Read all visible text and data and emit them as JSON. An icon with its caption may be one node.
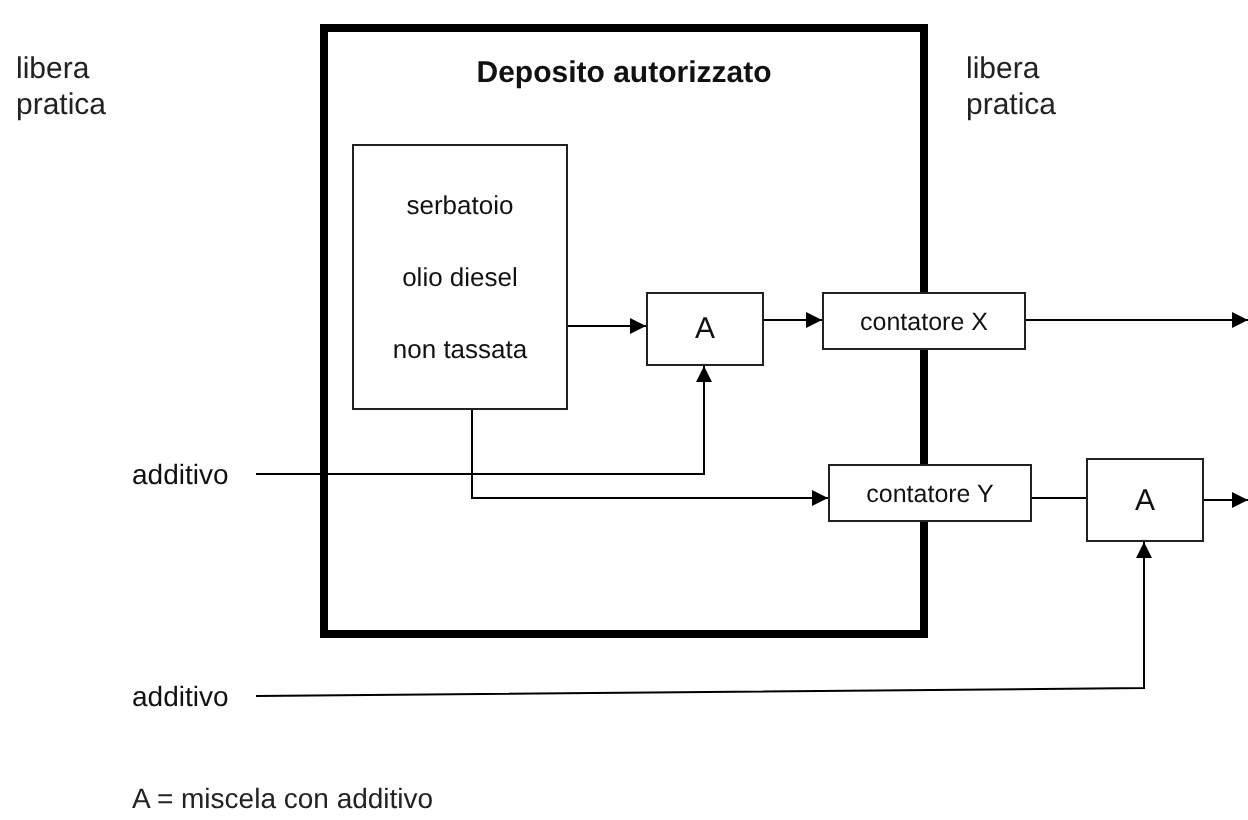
{
  "diagram": {
    "nodes": [
      {
        "text": [
          "Deposito autorizzato"
        ]
      },
      {
        "text": [
          "serbatoio olio diesel non tassata"
        ],
        "in": 0
      },
      {
        "text": [
          "A"
        ],
        "in": 0
      },
      {
        "text": [
          "contatore X"
        ]
      },
      {
        "text": [
          "contatore Y"
        ]
      },
      {
        "text": [
          "A"
        ]
      },
      {
        "text": [
          "additivo"
        ]
      },
      {
        "text": [
          "additivo"
        ]
      }
    ],
    "edges": [
      {
        "from": 1,
        "to": 2,
        "arrow": "to"
      },
      {
        "from": 2,
        "to": 3,
        "arrow": "to"
      },
      {
        "from": 3,
        "to": null,
        "arrow": "to"
      },
      {
        "from": 1,
        "to": 4,
        "arrow": "to"
      },
      {
        "from": 6,
        "to": 2,
        "arrow": "to"
      },
      {
        "from": 4,
        "to": 5,
        "arrow": "none"
      },
      {
        "from": 5,
        "to": null,
        "arrow": "to"
      },
      {
        "from": 7,
        "to": 5,
        "arrow": "to"
      }
    ],
    "labels": [
      "libera pratica",
      "libera pratica",
      "A = miscela con additivo"
    ]
  }
}
